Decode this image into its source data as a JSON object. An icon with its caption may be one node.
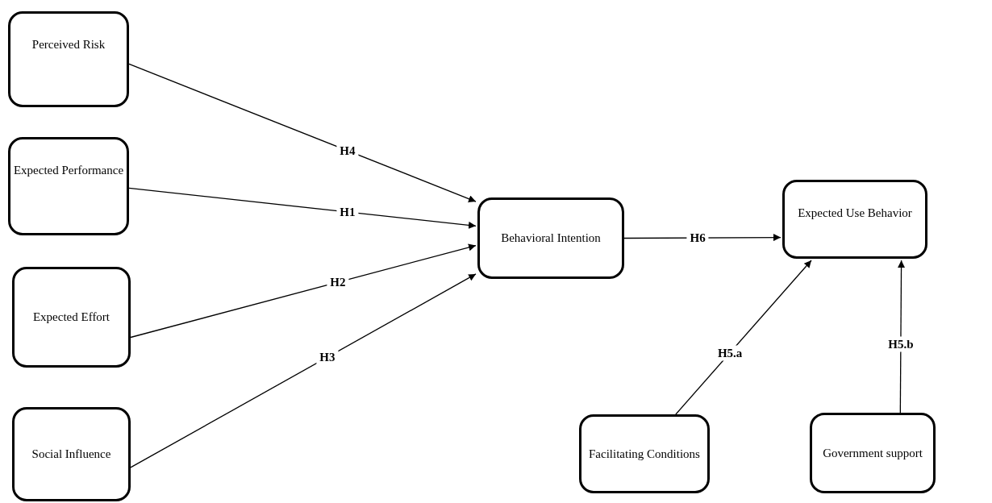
{
  "diagram": {
    "nodes": [
      {
        "text": [
          "Perceived Risk"
        ]
      },
      {
        "text": [
          "Expected Performance"
        ]
      },
      {
        "text": [
          "Expected Effort"
        ]
      },
      {
        "text": [
          "Social Influence"
        ]
      },
      {
        "text": [
          "Behavioral Intention"
        ]
      },
      {
        "text": [
          "Expected Use Behavior"
        ]
      },
      {
        "text": [
          "Facilitating Conditions"
        ]
      },
      {
        "text": [
          "Government support"
        ]
      }
    ],
    "edges": [
      {
        "from": 0,
        "to": 4,
        "arrow": "to",
        "label": "H4"
      },
      {
        "from": 1,
        "to": 4,
        "arrow": "to",
        "label": "H1"
      },
      {
        "from": 2,
        "to": 4,
        "arrow": "to",
        "label": "H2"
      },
      {
        "from": 3,
        "to": 4,
        "arrow": "to",
        "label": "H3"
      },
      {
        "from": 4,
        "to": 5,
        "arrow": "to",
        "label": "H6"
      },
      {
        "from": 6,
        "to": 5,
        "arrow": "to",
        "label": "H5.a"
      },
      {
        "from": 7,
        "to": 5,
        "arrow": "to",
        "label": "H5.b"
      }
    ]
  }
}
